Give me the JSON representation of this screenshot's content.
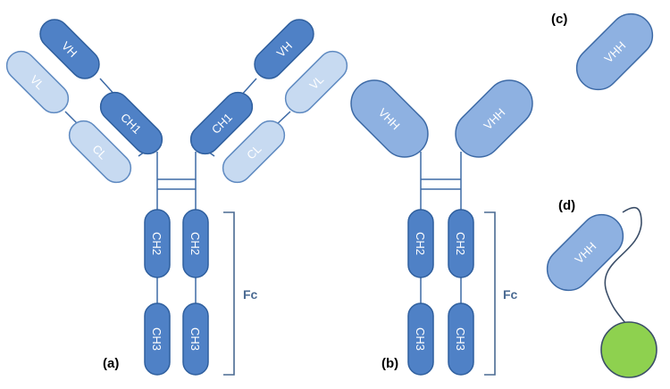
{
  "labels": {
    "vh": "VH",
    "vl": "VL",
    "ch1": "CH1",
    "cl": "CL",
    "ch2": "CH2",
    "ch3": "CH3",
    "vhh": "VHH",
    "fc": "Fc"
  },
  "panels": {
    "a": "(a)",
    "b": "(b)",
    "c": "(c)",
    "d": "(d)"
  },
  "colors": {
    "dark_domain": "#4f81c6",
    "medium_domain": "#8eb1e1",
    "light_domain": "#c7daf1",
    "fusion_partner": "#8ed14f"
  }
}
